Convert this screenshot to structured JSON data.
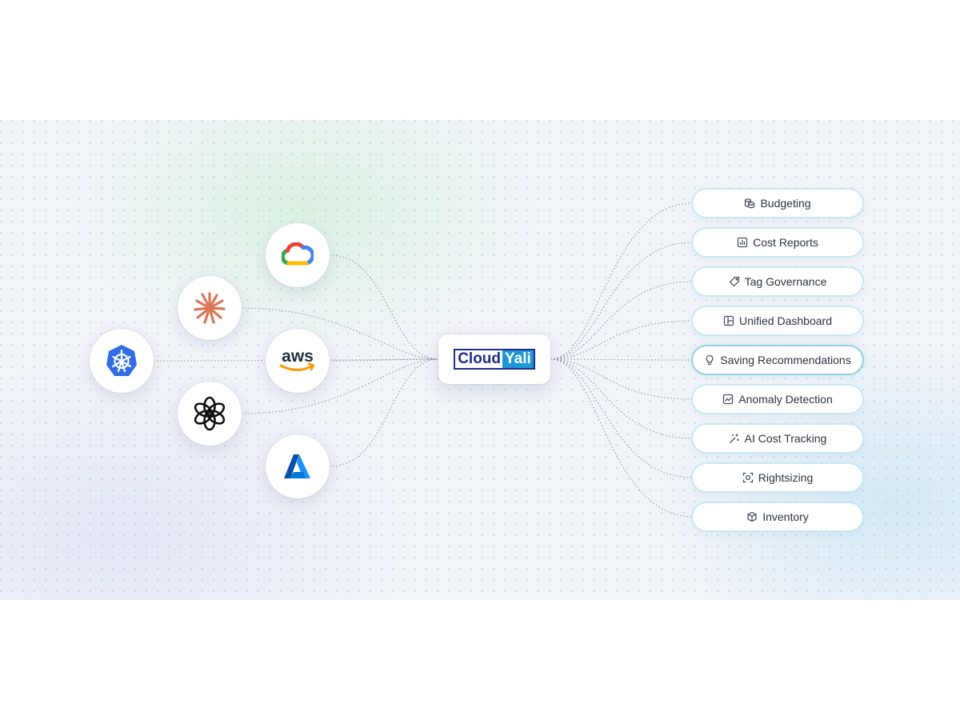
{
  "hub": {
    "logo_part1": "Cloud",
    "logo_part2": "Yali"
  },
  "sources": [
    {
      "name": "google-cloud-icon"
    },
    {
      "name": "claude-icon"
    },
    {
      "name": "kubernetes-icon"
    },
    {
      "name": "aws-icon",
      "text": "aws"
    },
    {
      "name": "openai-icon"
    },
    {
      "name": "azure-icon"
    }
  ],
  "features": [
    {
      "label": "Budgeting",
      "icon": "coins-icon"
    },
    {
      "label": "Cost Reports",
      "icon": "bar-chart-icon"
    },
    {
      "label": "Tag Governance",
      "icon": "tag-icon"
    },
    {
      "label": "Unified Dashboard",
      "icon": "layout-icon"
    },
    {
      "label": "Saving Recommendations",
      "icon": "lightbulb-icon",
      "active": true
    },
    {
      "label": "Anomaly Detection",
      "icon": "line-chart-icon"
    },
    {
      "label": "AI Cost Tracking",
      "icon": "sparkles-icon"
    },
    {
      "label": "Rightsizing",
      "icon": "scan-icon"
    },
    {
      "label": "Inventory",
      "icon": "box-icon"
    }
  ],
  "colors": {
    "kubernetes": "#326ce5",
    "claude": "#d97757",
    "aws_orange": "#ff9900",
    "azure": "#0078d4",
    "logo_navy": "#1f2c8c",
    "logo_blue": "#1d97d6"
  }
}
